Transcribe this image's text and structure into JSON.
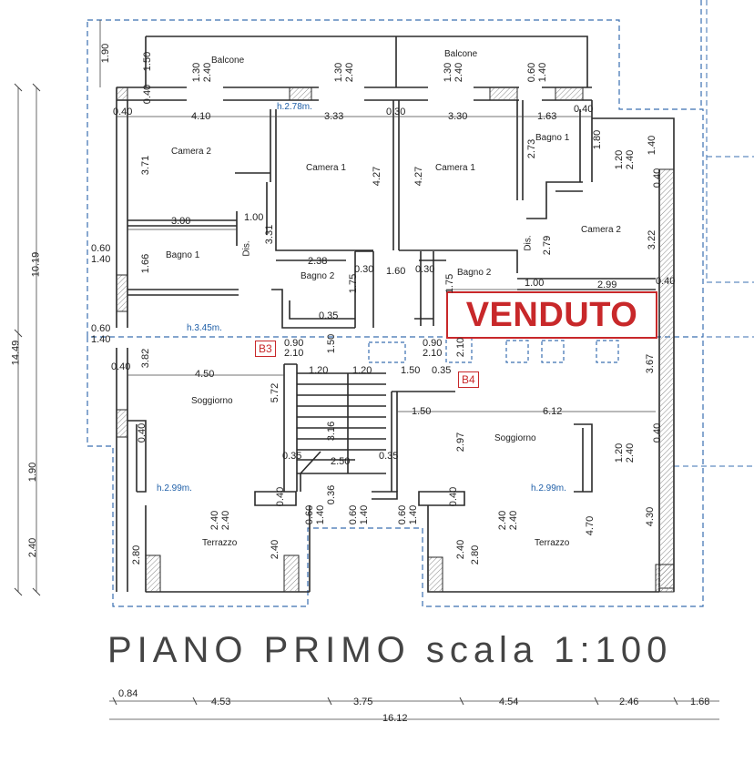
{
  "rooms": {
    "balcone_left": "Balcone",
    "balcone_right": "Balcone",
    "camera2_left": "Camera 2",
    "camera1_left": "Camera 1",
    "camera1_right": "Camera 1",
    "bagno1_right": "Bagno 1",
    "camera2_right": "Camera 2",
    "bagno1_left": "Bagno 1",
    "dis_left": "Dis.",
    "bagno2_left": "Bagno 2",
    "bagno2_right": "Bagno 2",
    "dis_right": "Dis.",
    "soggiorno_left": "Soggiorno",
    "soggiorno_right": "Soggiorno",
    "terrazzo_left": "Terrazzo",
    "terrazzo_right": "Terrazzo"
  },
  "heights": {
    "h278": "h.2.78m.",
    "h345": "h.3.45m.",
    "h299_left": "h.2.99m.",
    "h299_right": "h.2.99m."
  },
  "unit_tags": {
    "b3": "B3",
    "b4": "B4"
  },
  "sold_stamp": "VENDUTO",
  "title": "PIANO PRIMO scala 1:100",
  "dims": {
    "d190_top": "1.90",
    "d150_top": "1.50",
    "d130a": "1.30",
    "d240a": "2.40",
    "d130b": "1.30",
    "d240b": "2.40",
    "d130c": "1.30",
    "d240c": "2.40",
    "d060a": "0.60",
    "d140a": "1.40",
    "d040a": "0.40",
    "d040b": "0.40",
    "d410": "4.10",
    "d333": "3.33",
    "d030a": "0.30",
    "d330": "3.30",
    "d163": "1.63",
    "d040c": "0.40",
    "d180": "1.80",
    "d120r": "1.20",
    "d240r": "2.40",
    "d140r": "1.40",
    "d371": "3.71",
    "d427a": "4.27",
    "d427b": "4.27",
    "d273": "2.73",
    "d040r": "0.40",
    "d300": "3.00",
    "d100a": "1.00",
    "d331": "3.31",
    "d279": "2.79",
    "d322": "3.22",
    "d060b": "0.60",
    "d140b": "1.40",
    "d166": "1.66",
    "d238": "2.38",
    "d030b": "0.30",
    "d160": "1.60",
    "d030c": "0.30",
    "d175a": "1.75",
    "d175b": "1.75",
    "d100b": "1.00",
    "d299": "2.99",
    "d040d": "0.40",
    "d035a": "0.35",
    "d060c": "0.60",
    "d140c": "1.40",
    "d090a": "0.90",
    "d210a": "2.10",
    "d150b": "1.50",
    "d090b": "0.90",
    "d210b": "2.10",
    "d210c": "2.10",
    "d040e": "0.40",
    "d382": "3.82",
    "d450": "4.50",
    "d120a": "1.20",
    "d120b": "1.20",
    "d150c": "1.50",
    "d035b": "0.35",
    "d367": "3.67",
    "d572": "5.72",
    "d150d": "1.50",
    "d612": "6.12",
    "d316": "3.16",
    "d297": "2.97",
    "d040f": "0.40",
    "d040g": "0.40",
    "d035c": "0.35",
    "d250": "2.50",
    "d035d": "0.35",
    "d120c": "1.20",
    "d240d": "2.40",
    "d040h": "0.40",
    "d036": "0.36",
    "d060d": "0.60",
    "d140d": "1.40",
    "d060e": "0.60",
    "d140e": "1.40",
    "d060f": "0.60",
    "d140f": "1.40",
    "d040i": "0.40",
    "d240e": "2.40",
    "d240f": "2.40",
    "d240g": "2.40",
    "d240h": "2.40",
    "d470": "4.70",
    "d430": "4.30",
    "d280a": "2.80",
    "d240i": "2.40",
    "d240j": "2.40",
    "d280b": "2.80",
    "d1449": "14.49",
    "d1019": "10.19",
    "d190b": "1.90",
    "d240k": "2.40",
    "b084": "0.84",
    "b453": "4.53",
    "b375": "3.75",
    "b454": "4.54",
    "b246": "2.46",
    "b168": "1.68",
    "b1612": "16.12"
  },
  "colors": {
    "line": "#2a2a2a",
    "blue_dash": "#3a6fb0",
    "red": "#c8282a",
    "hatch": "#888888"
  }
}
